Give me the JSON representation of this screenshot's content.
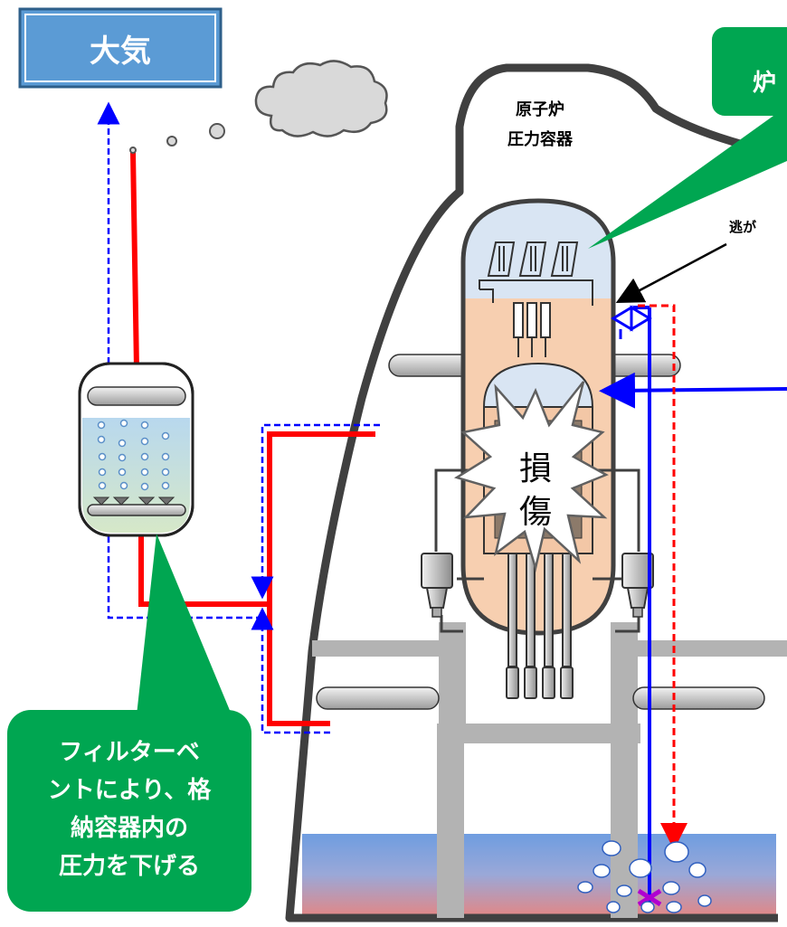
{
  "atmosphere_label": "大気",
  "reactor_vessel_label": [
    "原子炉",
    "圧力容器"
  ],
  "core_callout_label": "炉",
  "relief_valve_label": "逃が",
  "damage_label": [
    "損",
    "傷"
  ],
  "filter_vent_note": [
    "フィルターベ",
    "ントにより、格",
    "納容器内の",
    "圧力を下げる"
  ],
  "colors": {
    "callout_green": "#00a651",
    "atmosphere_box": "#5b9bd5",
    "red_pipe": "#ff0000",
    "blue_line": "#0000ff",
    "containment_wall": "#404040",
    "vessel_upper": "#d9e5f3",
    "vessel_lower": "#f7cfb0",
    "support_gray": "#b3b3b3"
  },
  "icons": [
    "cloud-icon",
    "damage-burst-icon",
    "relief-valve-icon",
    "spray-nozzle-icon",
    "bubble-icon"
  ]
}
